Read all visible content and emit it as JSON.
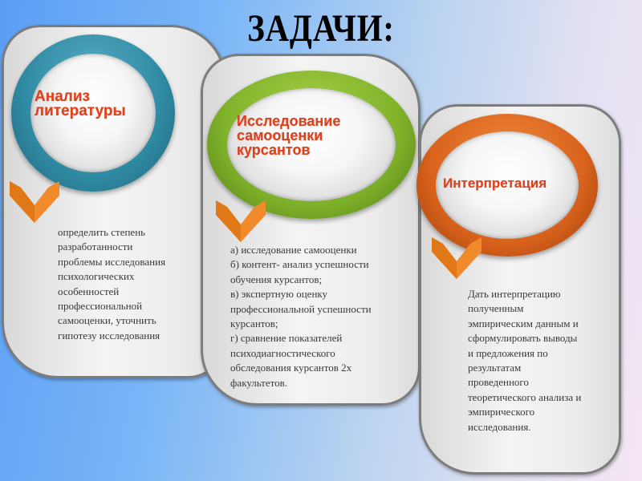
{
  "slide": {
    "title": "ЗАДАЧИ:",
    "accent_colors": {
      "label_text": "#e0401a",
      "ring_blue": "#2f8aa3",
      "ring_green": "#7fb22a",
      "ring_orange": "#d9621c",
      "chevron": "#f08a2a"
    },
    "cards": [
      {
        "heading_lines": [
          "Анализ",
          "литературы"
        ],
        "icon": "chevron-down-icon",
        "body_lines": [
          "определить степень",
          "разработанности",
          "проблемы исследования",
          "психологических",
          "особенностей",
          "профессиональной",
          "самооценки, уточнить",
          "гипотезу исследования"
        ]
      },
      {
        "heading_lines": [
          "Исследование",
          "самооценки",
          "курсантов"
        ],
        "icon": "chevron-down-icon",
        "body_lines": [
          "а) исследование самооценки",
          "б) контент- анализ успешности",
          "обучения курсантов;",
          "в) экспертную оценку",
          "профессиональной успешности",
          "курсантов;",
          "г) сравнение показателей",
          "психодиагностического",
          "обследования курсантов 2х",
          "факультетов."
        ]
      },
      {
        "heading_lines": [
          "Интерпретация"
        ],
        "icon": "chevron-down-icon",
        "body_lines": [
          "Дать интерпретацию",
          "полученным",
          "эмпирическим данным и",
          "сформулировать выводы",
          "и предложения по",
          "результатам",
          "проведенного",
          "теоретического анализа и",
          "эмпирического",
          "исследования."
        ]
      }
    ]
  }
}
